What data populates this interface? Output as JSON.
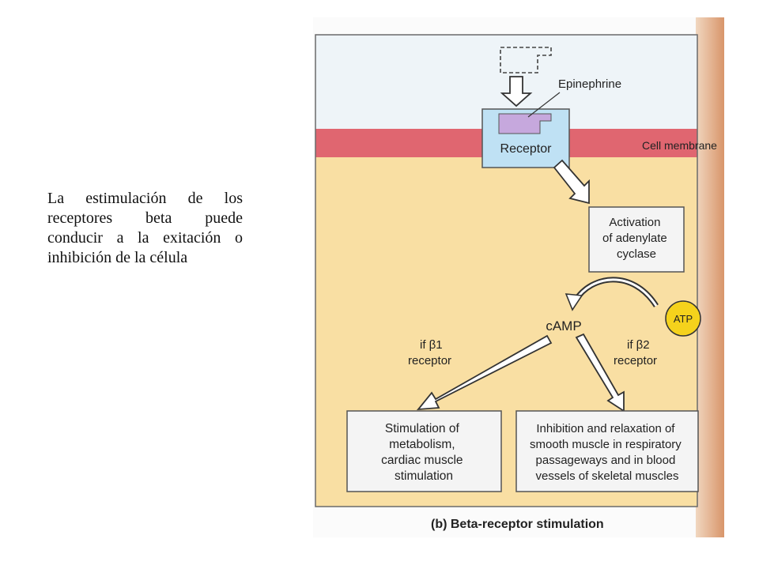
{
  "caption": "La estimulación de los receptores beta puede conducir a la exitación o inhibición de la célula",
  "diagram": {
    "epinephrine": "Epinephrine",
    "receptor": "Receptor",
    "cell_membrane": "Cell membrane",
    "activation": [
      "Activation",
      "of adenylate",
      "cyclase"
    ],
    "atp": "ATP",
    "camp": "cAMP",
    "if_b1": [
      "if β1",
      "receptor"
    ],
    "if_b2": [
      "if β2",
      "receptor"
    ],
    "box_left": [
      "Stimulation of",
      "metabolism,",
      "cardiac muscle",
      "stimulation"
    ],
    "box_right": [
      "Inhibition and relaxation of",
      "smooth muscle in respiratory",
      "passageways and in blood",
      "vessels of skeletal muscles"
    ],
    "figure_caption": "(b) Beta-receptor stimulation"
  },
  "colors": {
    "extracellular": "#eef4f8",
    "membrane": "#e06670",
    "cytoplasm": "#f9dfa3",
    "receptor": "#bfe1f4",
    "epinephrine": "#c6a8dd",
    "atp": "#f5d21c",
    "page_edge": "#e0a77f"
  }
}
